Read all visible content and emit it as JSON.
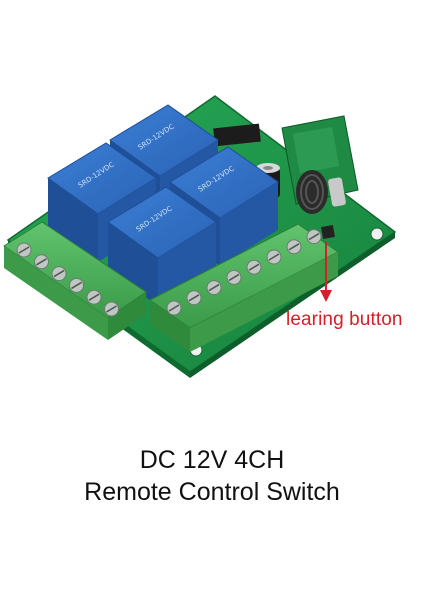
{
  "callout": {
    "label": "learing button"
  },
  "caption": {
    "line1": "DC 12V 4CH",
    "line2": "Remote Control Switch"
  },
  "colors": {
    "pcb": "#1f9a4a",
    "relay": "#2f6fc4",
    "terminal": "#4bb35a",
    "callout": "#d61f26"
  }
}
